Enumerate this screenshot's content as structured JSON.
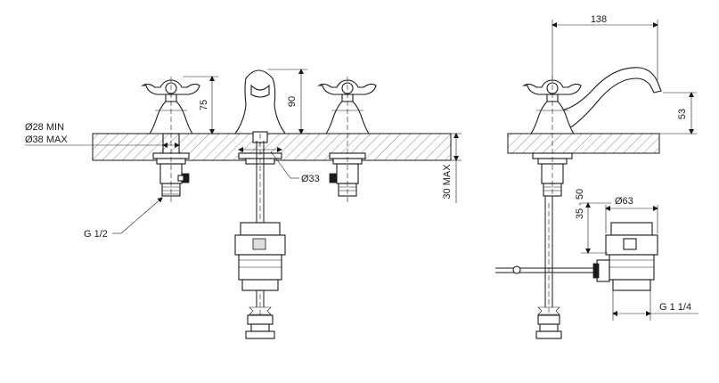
{
  "dimensions": {
    "handle_height": "75",
    "spout_height": "90",
    "hole_min": "Ø28 MIN",
    "hole_max": "Ø38 MAX",
    "hole_spout": "Ø33",
    "deck_thickness": "30 MAX",
    "inlet_thread": "G 1/2",
    "spout_reach": "138",
    "spout_outlet_height": "53",
    "waste_diameter": "Ø63",
    "waste_depth": "35 - 50",
    "waste_thread": "G 1 1/4"
  }
}
